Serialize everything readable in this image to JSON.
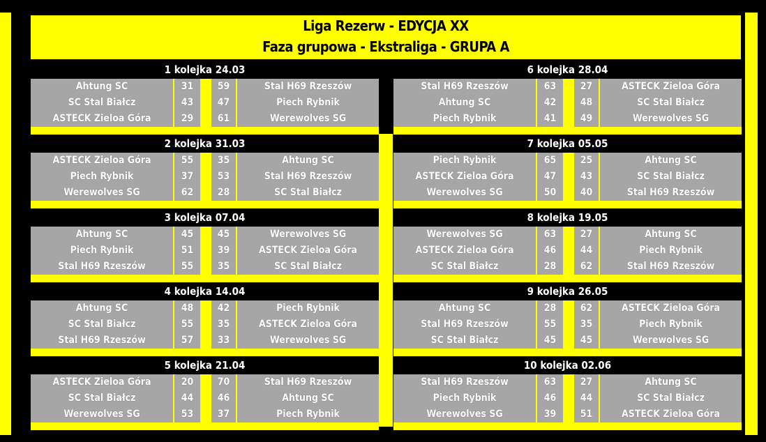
{
  "title": {
    "line1": "Liga Rezerw - EDYCJA XX",
    "line2": "Faza grupowa - Ekstraliga - GRUPA A"
  },
  "colors": {
    "background": "#000000",
    "accent": "#ffff00",
    "cell": "#a6a6a6",
    "text": "#ffffff"
  },
  "rounds": [
    {
      "label": "1  kolejka  24.03",
      "matches": [
        {
          "home": "Ahtung SC",
          "home_score": "31",
          "away_score": "59",
          "away": "Stal H69 Rzeszów"
        },
        {
          "home": "SC Stal Białcz",
          "home_score": "43",
          "away_score": "47",
          "away": "Piech Rybnik"
        },
        {
          "home": "ASTECK Zieloa Góra",
          "home_score": "29",
          "away_score": "61",
          "away": "Werewolves SG"
        }
      ]
    },
    {
      "label": "2 kolejka  31.03",
      "matches": [
        {
          "home": "ASTECK Zieloa Góra",
          "home_score": "55",
          "away_score": "35",
          "away": "Ahtung SC"
        },
        {
          "home": "Piech Rybnik",
          "home_score": "37",
          "away_score": "53",
          "away": "Stal H69 Rzeszów"
        },
        {
          "home": "Werewolves SG",
          "home_score": "62",
          "away_score": "28",
          "away": "SC Stal Białcz"
        }
      ]
    },
    {
      "label": "3 kolejka  07.04",
      "matches": [
        {
          "home": "Ahtung SC",
          "home_score": "45",
          "away_score": "45",
          "away": "Werewolves SG"
        },
        {
          "home": "Piech Rybnik",
          "home_score": "51",
          "away_score": "39",
          "away": "ASTECK Zieloa Góra"
        },
        {
          "home": "Stal H69 Rzeszów",
          "home_score": "55",
          "away_score": "35",
          "away": "SC Stal Białcz"
        }
      ]
    },
    {
      "label": "4 kolejka  14.04",
      "matches": [
        {
          "home": "Ahtung SC",
          "home_score": "48",
          "away_score": "42",
          "away": "Piech Rybnik"
        },
        {
          "home": "SC Stal Białcz",
          "home_score": "55",
          "away_score": "35",
          "away": "ASTECK Zieloa Góra"
        },
        {
          "home": "Stal H69 Rzeszów",
          "home_score": "57",
          "away_score": "33",
          "away": "Werewolves SG"
        }
      ]
    },
    {
      "label": "5 kolejka 21.04",
      "matches": [
        {
          "home": "ASTECK Zieloa Góra",
          "home_score": "20",
          "away_score": "70",
          "away": "Stal H69 Rzeszów"
        },
        {
          "home": "SC Stal Białcz",
          "home_score": "44",
          "away_score": "46",
          "away": "Ahtung SC"
        },
        {
          "home": "Werewolves SG",
          "home_score": "53",
          "away_score": "37",
          "away": "Piech Rybnik"
        }
      ]
    },
    {
      "label": "6 kolejka 28.04",
      "matches": [
        {
          "home": "Stal H69 Rzeszów",
          "home_score": "63",
          "away_score": "27",
          "away": "ASTECK Zieloa Góra"
        },
        {
          "home": "Ahtung SC",
          "home_score": "42",
          "away_score": "48",
          "away": "SC Stal Białcz"
        },
        {
          "home": "Piech Rybnik",
          "home_score": "41",
          "away_score": "49",
          "away": "Werewolves SG"
        }
      ]
    },
    {
      "label": "7 kolejka 05.05",
      "matches": [
        {
          "home": "Piech Rybnik",
          "home_score": "65",
          "away_score": "25",
          "away": "Ahtung SC"
        },
        {
          "home": "ASTECK Zieloa Góra",
          "home_score": "47",
          "away_score": "43",
          "away": "SC Stal Białcz"
        },
        {
          "home": "Werewolves SG",
          "home_score": "50",
          "away_score": "40",
          "away": "Stal H69 Rzeszów"
        }
      ]
    },
    {
      "label": "8 kolejka  19.05",
      "matches": [
        {
          "home": "Werewolves SG",
          "home_score": "63",
          "away_score": "27",
          "away": "Ahtung SC"
        },
        {
          "home": "ASTECK Zieloa Góra",
          "home_score": "46",
          "away_score": "44",
          "away": "Piech Rybnik"
        },
        {
          "home": "SC Stal Białcz",
          "home_score": "28",
          "away_score": "62",
          "away": "Stal H69 Rzeszów"
        }
      ]
    },
    {
      "label": "9 kolejka  26.05",
      "matches": [
        {
          "home": "Ahtung SC",
          "home_score": "28",
          "away_score": "62",
          "away": "ASTECK Zieloa Góra"
        },
        {
          "home": "Stal H69 Rzeszów",
          "home_score": "55",
          "away_score": "35",
          "away": "Piech Rybnik"
        },
        {
          "home": "SC Stal Białcz",
          "home_score": "45",
          "away_score": "45",
          "away": "Werewolves SG"
        }
      ]
    },
    {
      "label": "10 kolejka  02.06",
      "matches": [
        {
          "home": "Stal H69 Rzeszów",
          "home_score": "63",
          "away_score": "27",
          "away": "Ahtung SC"
        },
        {
          "home": "Piech Rybnik",
          "home_score": "46",
          "away_score": "44",
          "away": "SC Stal Białcz"
        },
        {
          "home": "Werewolves SG",
          "home_score": "39",
          "away_score": "51",
          "away": "ASTECK Zieloa Góra"
        }
      ]
    }
  ]
}
